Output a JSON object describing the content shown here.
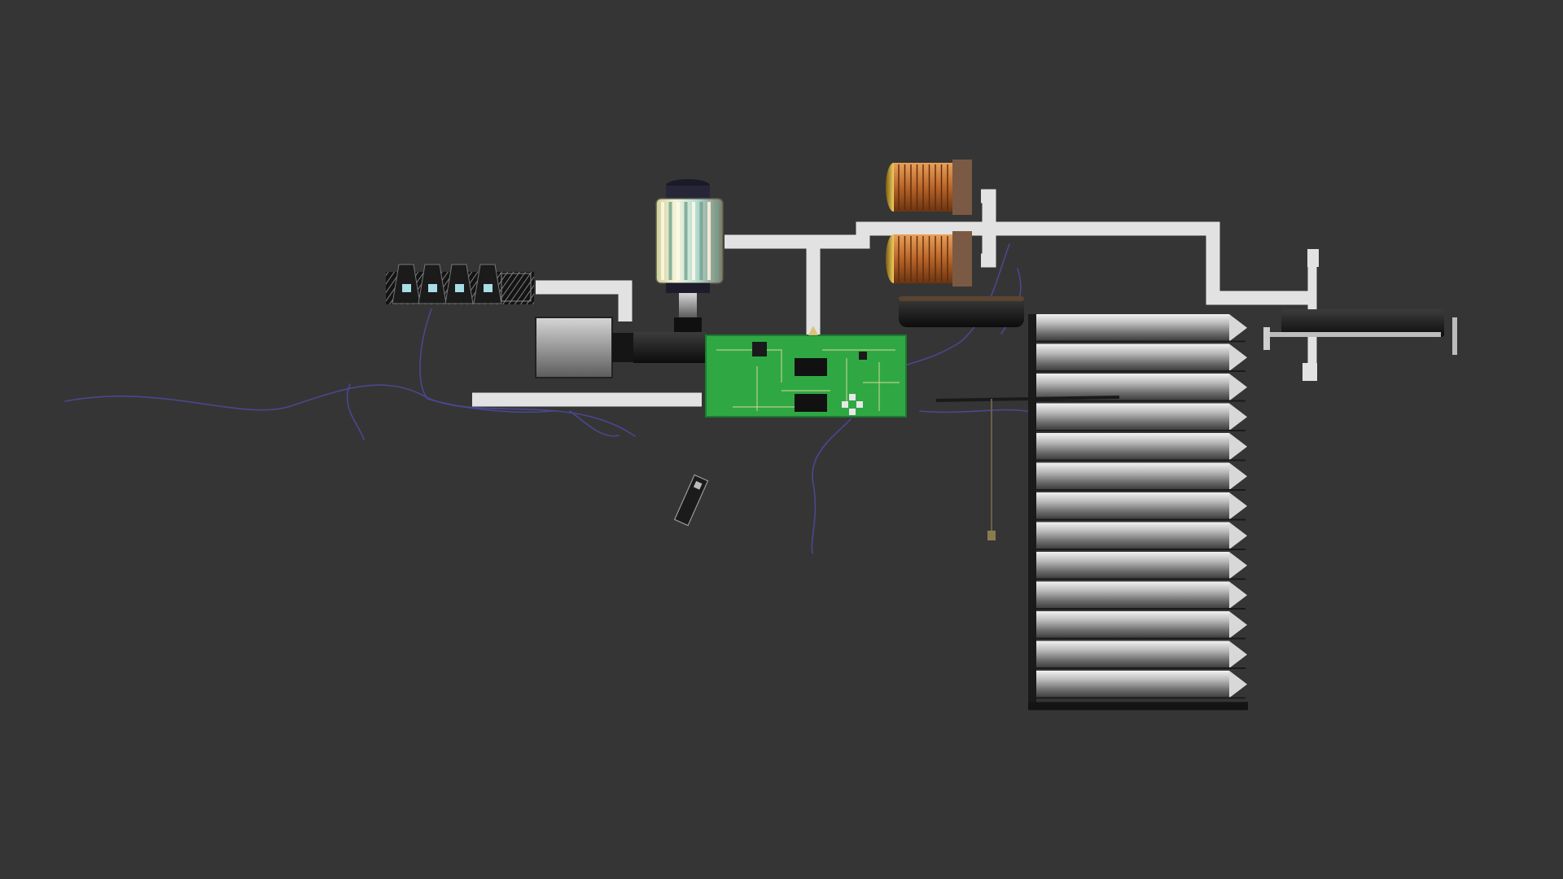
{
  "colors": {
    "background": "#353535",
    "pipe": "#e2e2e2",
    "pcb": "#2fa843",
    "pcb_trace": "#d8d89a",
    "copper": "#b8652a",
    "wire": "#4a4790",
    "metal": "#a6a6a6",
    "dark_part": "#151515",
    "rotor_glass": "#c8e6d8"
  },
  "scene": {
    "parts": [
      {
        "name": "pipe-network",
        "icon": "pipe"
      },
      {
        "name": "pcb-board",
        "icon": "circuit-board"
      },
      {
        "name": "upper-coil",
        "icon": "copper-coil"
      },
      {
        "name": "lower-coil",
        "icon": "copper-coil"
      },
      {
        "name": "rotor-assembly",
        "icon": "rotor"
      },
      {
        "name": "heatsink-stack",
        "icon": "heatsink-fins"
      },
      {
        "name": "connector-block",
        "icon": "connector"
      },
      {
        "name": "motor-block",
        "icon": "motor"
      },
      {
        "name": "battery-cylinder",
        "icon": "battery"
      },
      {
        "name": "clamp-bracket",
        "icon": "clamp"
      },
      {
        "name": "loose-chip",
        "icon": "chip"
      },
      {
        "name": "probe-rod",
        "icon": "probe"
      },
      {
        "name": "signal-wires",
        "icon": "wire"
      }
    ]
  }
}
